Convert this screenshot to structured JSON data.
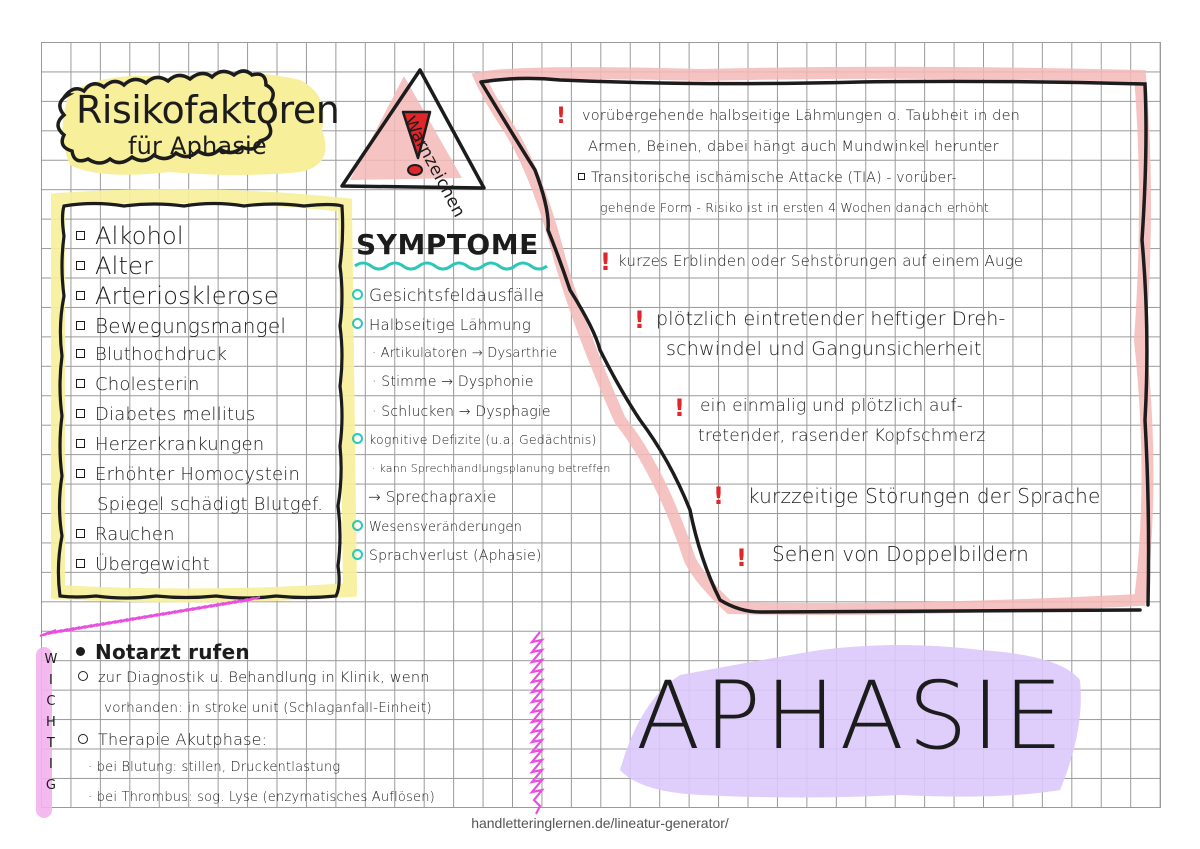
{
  "risk_factors": {
    "title_line1": "Risikofaktoren",
    "title_line2": "für Aphasie",
    "items": [
      "Alkohol",
      "Alter",
      "Arteriosklerose",
      "Bewegungsmangel",
      "Bluthochdruck",
      "Cholesterin",
      "Diabetes mellitus",
      "Herzerkrankungen",
      "Erhöhter Homocystein",
      "Spiegel schädigt Blutgef.",
      "Rauchen",
      "Übergewicht"
    ]
  },
  "warning": {
    "triangle_label": "Warnzeichen",
    "triangle_symbol": "!",
    "items": [
      {
        "line1": "vorübergehende halbseitige Lähmungen o. Taubheit in den",
        "line2": "Armen, Beinen, dabei hängt auch Mundwinkel herunter"
      },
      {
        "line1": "Transitorische ischämische Attacke (TIA) - vorüber-",
        "line2": "gehende Form - Risiko ist in ersten 4 Wochen danach erhöht"
      },
      {
        "line1": "kurzes Erblinden oder Sehstörungen auf einem Auge"
      },
      {
        "line1": "plötzlich eintretender heftiger Dreh-",
        "line2": "schwindel und Gangunsicherheit"
      },
      {
        "line1": "ein einmalig und plötzlich auf-",
        "line2": "tretender, rasender Kopfschmerz"
      },
      {
        "line1": "kurzzeitige Störungen der Sprache"
      },
      {
        "line1": "Sehen von Doppelbildern"
      }
    ]
  },
  "symptoms": {
    "title": "SYMPTOME",
    "items": [
      "Gesichtsfeldausfälle",
      "Halbseitige Lähmung",
      "· Artikulatoren → Dysarthrie",
      "· Stimme → Dysphonie",
      "· Schlucken → Dysphagie",
      "kognitive Defizite (u.a. Gedächtnis)",
      "· kann Sprechhandlungsplanung betreffen",
      "→   Sprechapraxie",
      "Wesensveränderungen",
      "Sprachverlust  (Aphasie)"
    ]
  },
  "important": {
    "side_label": [
      "W",
      "I",
      "C",
      "H",
      "T",
      "I",
      "G"
    ],
    "items": [
      "Notarzt rufen",
      "zur Diagnostik u. Behandlung in Klinik, wenn",
      "vorhanden: in stroke unit (Schlaganfall-Einheit)",
      "Therapie Akutphase:",
      "· bei Blutung: stillen, Druckentlastung",
      "· bei Thrombus: sog. Lyse (enzymatisches Auflösen)"
    ]
  },
  "main_title": "APHASIE",
  "footer": "handletteringlernen.de/lineatur-generator/",
  "colors": {
    "yellow_highlight": "#f7ef9a",
    "pink_highlight": "#f5b8b8",
    "warning_red": "#e0262a",
    "teal_accent": "#2cc7b8",
    "magenta_border": "#e94ee0",
    "purple_highlight": "#dcc8fb",
    "grid_line": "#9a9a9a"
  }
}
